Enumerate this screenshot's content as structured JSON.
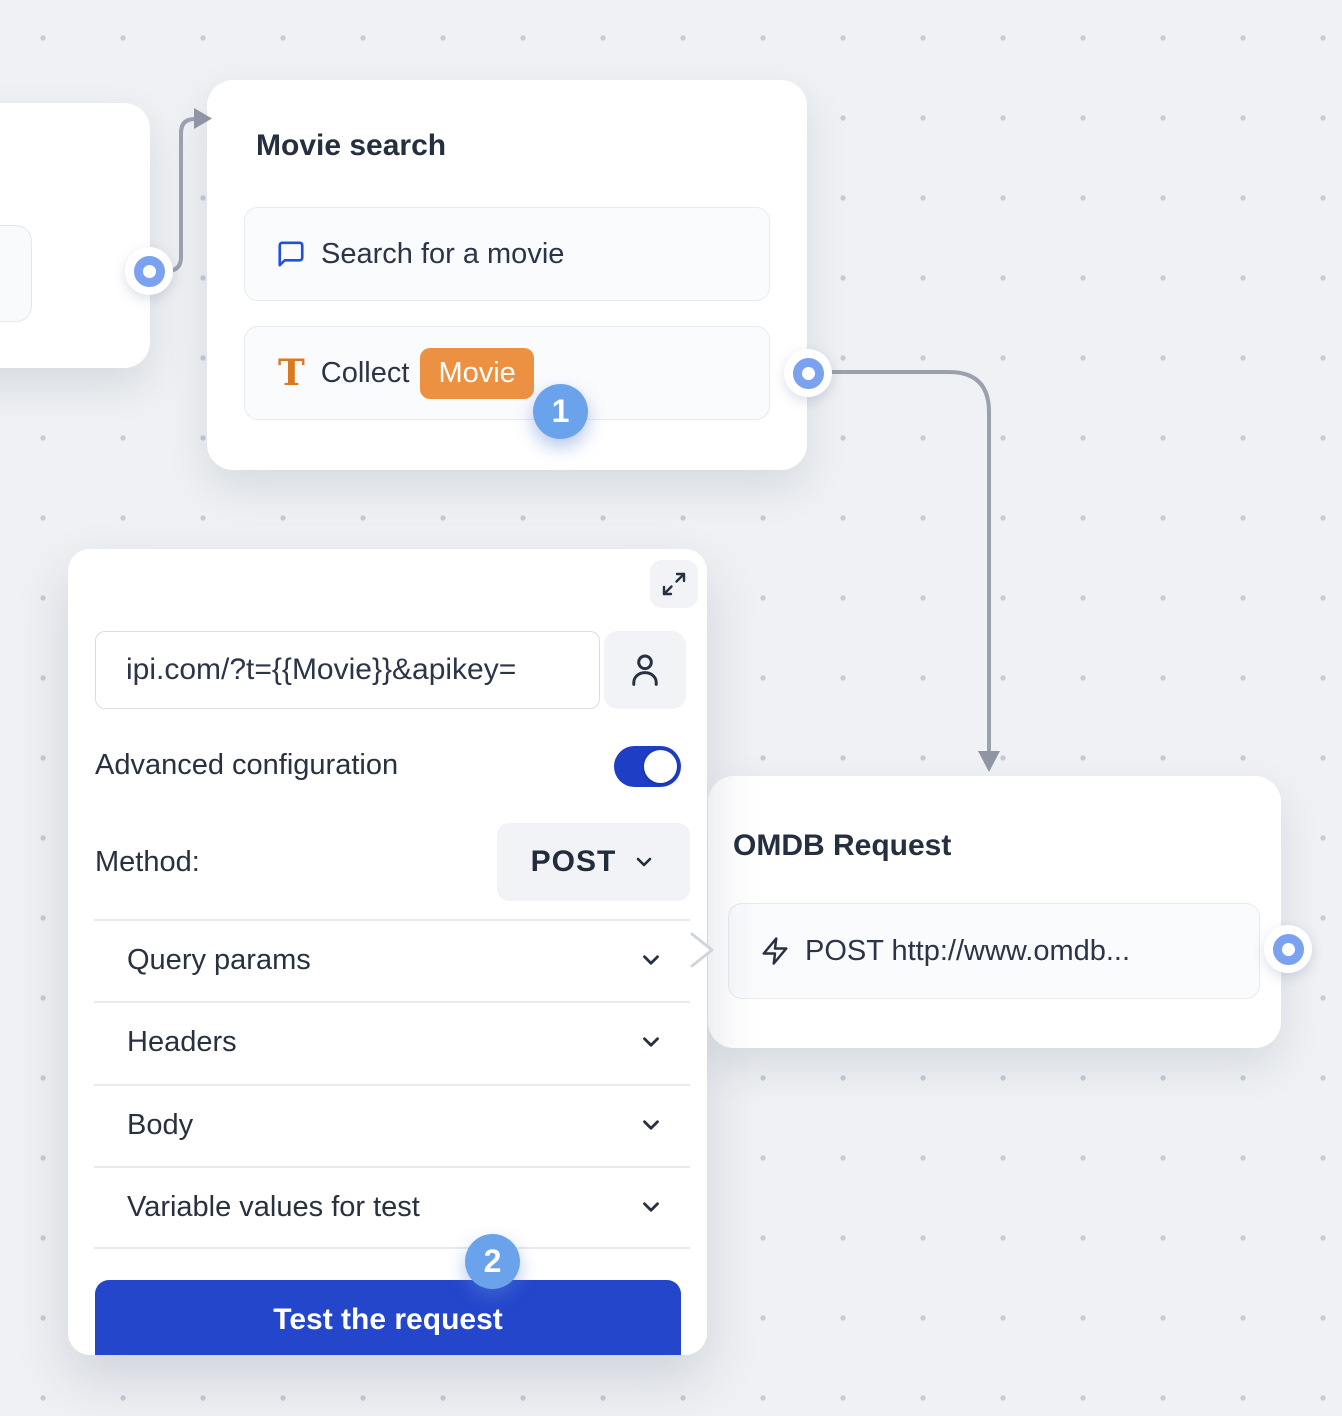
{
  "canvas": {
    "background_color": "#eff1f4",
    "dot_color": "#c4cad8",
    "connector_color": "#9aa1ad"
  },
  "nodes": {
    "movie_search": {
      "title": "Movie search",
      "blocks": [
        {
          "icon": "chat-bubble-icon",
          "label": "Search for a movie"
        },
        {
          "icon": "text-collect-icon",
          "label": "Collect",
          "variable_badge": "Movie"
        }
      ]
    },
    "omdb_request": {
      "title": "OMDB Request",
      "blocks": [
        {
          "icon": "webhook-bolt-icon",
          "label": "POST http://www.omdb..."
        }
      ]
    }
  },
  "config_panel": {
    "url_input": {
      "value": "ipi.com/?t={{Movie}}&apikey="
    },
    "advanced_configuration_label": "Advanced configuration",
    "advanced_configuration_enabled": true,
    "method_label": "Method:",
    "method_value": "POST",
    "sections": [
      {
        "label": "Query params"
      },
      {
        "label": "Headers"
      },
      {
        "label": "Body"
      },
      {
        "label": "Variable values for test"
      }
    ],
    "test_button_label": "Test the request"
  },
  "annotations": {
    "step1": "1",
    "step2": "2"
  },
  "colors": {
    "primary_blue": "#2346cb",
    "toggle_blue": "#1d3ec5",
    "step_badge_blue": "#6aa3ec",
    "port_ring_blue": "#7aa2f1",
    "variable_badge_orange": "#ec9142",
    "text_dark": "#27313f"
  }
}
